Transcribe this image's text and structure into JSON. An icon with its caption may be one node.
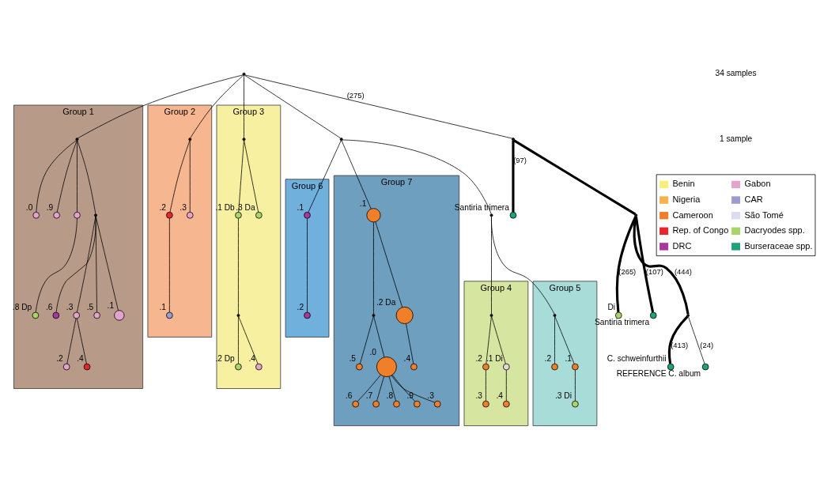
{
  "diagram": {
    "nodes": [
      {
        "text": [
          "Group 1"
        ]
      },
      {
        "text": [],
        "shape": "circle",
        "beside": [
          ".2"
        ],
        "in": 0
      },
      {
        "text": [],
        "shape": "circle",
        "beside": [
          ".6"
        ],
        "in": 0
      },
      {
        "text": [],
        "shape": "circle",
        "beside": [
          ".8",
          "Dp"
        ],
        "in": 0
      },
      {
        "text": [],
        "shape": "circle",
        "beside": [
          ".3"
        ],
        "in": 0
      },
      {
        "text": [],
        "shape": "circle",
        "beside": [
          ".4"
        ],
        "in": 0
      },
      {
        "text": [],
        "shape": "circle",
        "beside": [
          ".5"
        ],
        "in": 0
      },
      {
        "text": [],
        "shape": "circle",
        "beside": [
          ".0"
        ],
        "in": 0
      },
      {
        "text": [],
        "shape": "circle",
        "beside": [
          ".1"
        ],
        "in": 0
      },
      {
        "text": [],
        "shape": "circle",
        "beside": [
          ".9"
        ],
        "in": 0
      },
      {
        "text": [],
        "shape": "circle",
        "in": 0
      },
      {
        "text": [],
        "shape": "circle",
        "in": 0
      },
      {
        "text": [],
        "shape": "circle",
        "in": 0
      },
      {
        "text": [
          "Group 2"
        ]
      },
      {
        "text": [],
        "shape": "circle",
        "beside": [
          ".1"
        ],
        "in": 13
      },
      {
        "text": [],
        "shape": "circle",
        "beside": [
          ".2"
        ],
        "in": 13
      },
      {
        "text": [],
        "shape": "circle",
        "beside": [
          ".3"
        ],
        "in": 13
      },
      {
        "text": [],
        "shape": "circle",
        "in": 13
      },
      {
        "text": [
          "Group 3"
        ]
      },
      {
        "text": [],
        "shape": "circle",
        "beside": [
          ".2",
          "Dp"
        ],
        "in": 18
      },
      {
        "text": [],
        "shape": "circle",
        "beside": [
          ".1",
          "Db"
        ],
        "in": 18
      },
      {
        "text": [],
        "shape": "circle",
        "beside": [
          ".3",
          "Da"
        ],
        "in": 18
      },
      {
        "text": [],
        "shape": "circle",
        "beside": [
          ".4"
        ],
        "in": 18
      },
      {
        "text": [],
        "shape": "circle",
        "in": 18
      },
      {
        "text": [],
        "shape": "circle",
        "in": 18
      },
      {
        "text": [],
        "shape": "circle"
      },
      {
        "text": [],
        "shape": "circle"
      },
      {
        "text": [],
        "shape": "circle"
      },
      {
        "text": [
          "Group 4"
        ]
      },
      {
        "text": [],
        "shape": "circle",
        "beside": [
          ".2"
        ],
        "in": 28
      },
      {
        "text": [],
        "shape": "circle",
        "beside": [
          ".3"
        ],
        "in": 28
      },
      {
        "text": [],
        "shape": "circle",
        "beside": [
          ".1",
          "Di"
        ],
        "in": 28
      },
      {
        "text": [],
        "shape": "circle",
        "beside": [
          ".4"
        ],
        "in": 28
      },
      {
        "text": [],
        "shape": "circle",
        "in": 28
      },
      {
        "text": [
          "Group 5"
        ]
      },
      {
        "text": [],
        "shape": "circle",
        "beside": [
          ".2"
        ],
        "in": 34
      },
      {
        "text": [],
        "shape": "circle",
        "beside": [
          ".1"
        ],
        "in": 34
      },
      {
        "text": [],
        "shape": "circle",
        "beside": [
          ".3",
          "Di"
        ],
        "in": 34
      },
      {
        "text": [],
        "shape": "circle",
        "in": 34
      },
      {
        "text": [
          "Group 6"
        ]
      },
      {
        "text": [],
        "shape": "circle",
        "beside": [
          ".1"
        ],
        "in": 39
      },
      {
        "text": [],
        "shape": "circle",
        "beside": [
          ".2"
        ],
        "in": 39
      },
      {
        "text": [
          "Group 7"
        ]
      },
      {
        "text": [],
        "shape": "circle",
        "beside": [
          ".5"
        ],
        "in": 42
      },
      {
        "text": [],
        "shape": "circle",
        "beside": [
          ".6"
        ],
        "in": 42
      },
      {
        "text": [],
        "shape": "circle",
        "beside": [
          ".7"
        ],
        "in": 42
      },
      {
        "text": [],
        "shape": "circle",
        "beside": [
          ".8"
        ],
        "in": 42
      },
      {
        "text": [],
        "shape": "circle",
        "beside": [
          ".1"
        ],
        "in": 42
      },
      {
        "text": [],
        "shape": "circle",
        "in": 42
      },
      {
        "text": [],
        "shape": "circle",
        "beside": [
          ".0"
        ],
        "in": 42
      },
      {
        "text": [],
        "shape": "circle",
        "beside": [
          ".2",
          "Da"
        ],
        "in": 42
      },
      {
        "text": [],
        "shape": "circle",
        "beside": [
          ".9"
        ],
        "in": 42
      },
      {
        "text": [],
        "shape": "circle",
        "beside": [
          ".3"
        ],
        "in": 42
      },
      {
        "text": [],
        "shape": "circle",
        "beside": [
          ".4"
        ],
        "in": 42
      },
      {
        "text": [],
        "shape": "circle"
      },
      {
        "text": [],
        "shape": "circle",
        "beside": [
          "Santiria trimera"
        ]
      },
      {
        "text": [],
        "shape": "circle"
      },
      {
        "text": [],
        "shape": "circle",
        "beside": [
          "Di"
        ]
      },
      {
        "text": [],
        "shape": "circle",
        "beside": [
          "Santiria trimera"
        ]
      },
      {
        "text": [],
        "shape": "circle"
      },
      {
        "text": [],
        "shape": "circle",
        "beside": [
          "C. schweinfurthii"
        ]
      },
      {
        "text": [],
        "shape": "circle",
        "beside": [
          "REFERENCE C. album"
        ]
      }
    ],
    "edges": [
      {
        "from": 25,
        "to": 11,
        "arrow": "none"
      },
      {
        "from": 11,
        "to": 9,
        "arrow": "none"
      },
      {
        "from": 11,
        "to": 7,
        "arrow": "none"
      },
      {
        "from": 11,
        "to": 10,
        "arrow": "none"
      },
      {
        "from": 10,
        "to": 3,
        "arrow": "none"
      },
      {
        "from": 11,
        "to": 12,
        "arrow": "none"
      },
      {
        "from": 12,
        "to": 2,
        "arrow": "none"
      },
      {
        "from": 12,
        "to": 4,
        "arrow": "none"
      },
      {
        "from": 4,
        "to": 1,
        "arrow": "none"
      },
      {
        "from": 4,
        "to": 5,
        "arrow": "none"
      },
      {
        "from": 12,
        "to": 6,
        "arrow": "none"
      },
      {
        "from": 12,
        "to": 8,
        "arrow": "none"
      },
      {
        "from": 25,
        "to": 17,
        "arrow": "none"
      },
      {
        "from": 17,
        "to": 15,
        "arrow": "none"
      },
      {
        "from": 15,
        "to": 14,
        "arrow": "none"
      },
      {
        "from": 17,
        "to": 16,
        "arrow": "none"
      },
      {
        "from": 25,
        "to": 24,
        "arrow": "none"
      },
      {
        "from": 24,
        "to": 21,
        "arrow": "none"
      },
      {
        "from": 24,
        "to": 20,
        "arrow": "none"
      },
      {
        "from": 20,
        "to": 23,
        "arrow": "none"
      },
      {
        "from": 23,
        "to": 19,
        "arrow": "none"
      },
      {
        "from": 23,
        "to": 22,
        "arrow": "none"
      },
      {
        "from": 25,
        "to": 26,
        "arrow": "none"
      },
      {
        "from": 26,
        "to": 47,
        "arrow": "none"
      },
      {
        "from": 26,
        "to": 40,
        "arrow": "none"
      },
      {
        "from": 26,
        "to": 27,
        "arrow": "none"
      },
      {
        "from": 27,
        "to": 33,
        "arrow": "none"
      },
      {
        "from": 27,
        "to": 38,
        "arrow": "none"
      },
      {
        "from": 33,
        "to": 29,
        "arrow": "none"
      },
      {
        "from": 29,
        "to": 30,
        "arrow": "none"
      },
      {
        "from": 33,
        "to": 31,
        "arrow": "none"
      },
      {
        "from": 31,
        "to": 32,
        "arrow": "none"
      },
      {
        "from": 38,
        "to": 35,
        "arrow": "none"
      },
      {
        "from": 38,
        "to": 36,
        "arrow": "none"
      },
      {
        "from": 36,
        "to": 37,
        "arrow": "none"
      },
      {
        "from": 40,
        "to": 41,
        "arrow": "none"
      },
      {
        "from": 47,
        "to": 48,
        "arrow": "none"
      },
      {
        "from": 48,
        "to": 43,
        "arrow": "none"
      },
      {
        "from": 48,
        "to": 49,
        "arrow": "none"
      },
      {
        "from": 47,
        "to": 50,
        "arrow": "none"
      },
      {
        "from": 50,
        "to": 53,
        "arrow": "none"
      },
      {
        "from": 49,
        "to": 44,
        "arrow": "none"
      },
      {
        "from": 49,
        "to": 45,
        "arrow": "none"
      },
      {
        "from": 49,
        "to": 46,
        "arrow": "none"
      },
      {
        "from": 49,
        "to": 51,
        "arrow": "none"
      },
      {
        "from": 49,
        "to": 52,
        "arrow": "none"
      },
      {
        "from": 25,
        "to": 54,
        "arrow": "none",
        "label": "(275)"
      },
      {
        "from": 54,
        "to": 55,
        "arrow": "none",
        "label": "(97)",
        "style": "thick"
      },
      {
        "from": 54,
        "to": 56,
        "arrow": "none",
        "style": "thick"
      },
      {
        "from": 56,
        "to": 57,
        "arrow": "none",
        "label": "(265)",
        "style": "thick"
      },
      {
        "from": 56,
        "to": 58,
        "arrow": "none",
        "label": "(107)",
        "style": "thick"
      },
      {
        "from": 56,
        "to": 59,
        "arrow": "none",
        "label": "(444)",
        "style": "thick"
      },
      {
        "from": 59,
        "to": 60,
        "arrow": "none",
        "label": "(413)",
        "style": "thick"
      },
      {
        "from": 59,
        "to": 61,
        "arrow": "none",
        "label": "(24)"
      }
    ],
    "labels": [
      "34 samples",
      "1 sample"
    ],
    "legend": [
      {
        "text": "Benin",
        "color": "#f5f07a"
      },
      {
        "text": "Nigeria",
        "color": "#f7b14f"
      },
      {
        "text": "Cameroon",
        "color": "#f07f2a"
      },
      {
        "text": "Rep. of Congo",
        "color": "#e8262a"
      },
      {
        "text": "DRC",
        "color": "#a8389a"
      },
      {
        "text": "Gabon",
        "color": "#e4a3cc"
      },
      {
        "text": "CAR",
        "color": "#9e9bd1"
      },
      {
        "text": "São Tomé",
        "color": "#d9dcf2"
      },
      {
        "text": "Dacryodes spp.",
        "color": "#a9d46a"
      },
      {
        "text": "Burseraceae spp.",
        "color": "#1fa37a"
      }
    ]
  }
}
